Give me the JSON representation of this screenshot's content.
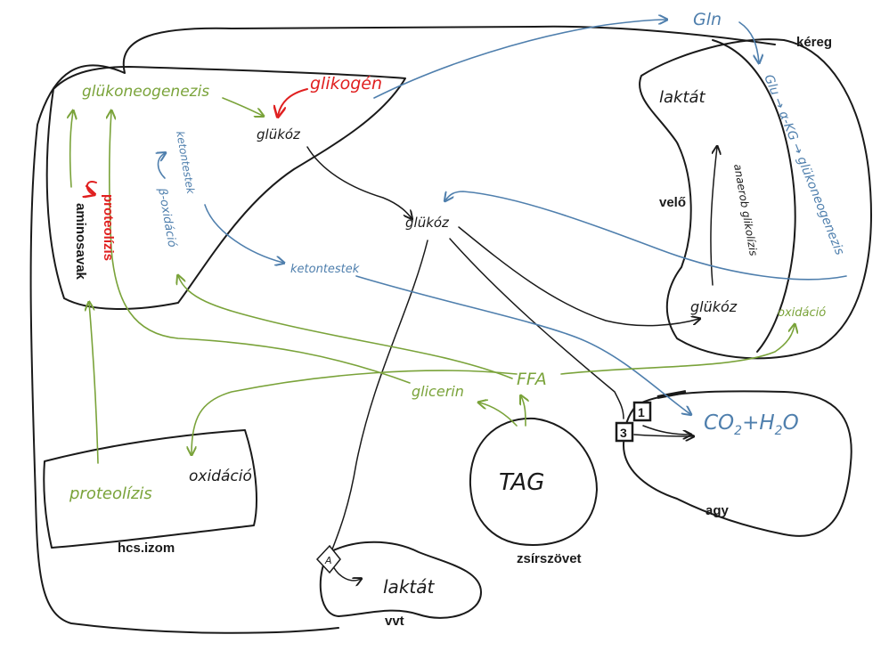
{
  "colors": {
    "outline": "#1a1a1a",
    "blue": "#4f7fad",
    "green": "#7aa33a",
    "red": "#e02020"
  },
  "organs": {
    "kereg": "kéreg",
    "velo": "velő",
    "agy": "agy",
    "hcs_izom": "hcs.izom",
    "zsirszovet": "zsírszövet",
    "vvt": "vvt"
  },
  "liver": {
    "glukoneogenezis": "glükoneogenezis",
    "glikogen": "glikogén",
    "glukoz": "glükóz",
    "ketontestek": "ketontestek",
    "beta_oxidacio": "β-oxidáció",
    "proteolizis": "proteolízis",
    "aminosavak": "aminosavak"
  },
  "blood": {
    "glukoz": "glükóz",
    "ketontestek": "ketontestek",
    "glicerin": "glicerin",
    "ffa": "FFA"
  },
  "kidney": {
    "laktat": "laktát",
    "gln": "Gln",
    "glu_chain": "Glu → α-KG → glükoneogenezis",
    "anaerob_glikolizis": "anaerob glikolízis",
    "glukoz": "glükóz",
    "oxidacio": "oxidáció"
  },
  "brain": {
    "co2": "CO",
    "co2_sub": "2",
    "plus_h2": "+H",
    "h2_sub": "2",
    "o": "O",
    "box1": "1",
    "box3": "3"
  },
  "muscle": {
    "proteolizis": "proteolízis",
    "oxidacio": "oxidáció"
  },
  "adipose": {
    "tag": "TAG"
  },
  "rbc": {
    "laktat": "laktát",
    "box": "A"
  }
}
